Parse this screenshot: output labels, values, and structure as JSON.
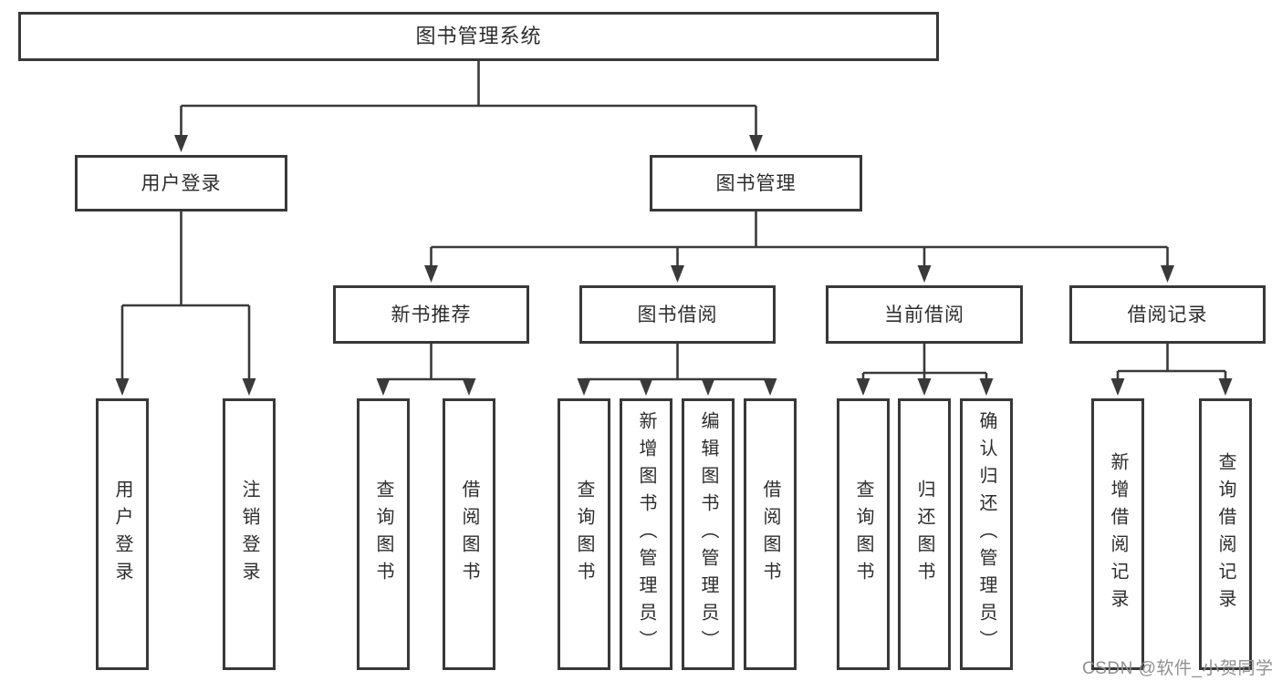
{
  "diagram": {
    "type": "hierarchy-tree",
    "root": {
      "label": "图书管理系统"
    },
    "branches": [
      {
        "label": "用户登录",
        "children": [
          {
            "label": "用户登录"
          },
          {
            "label": "注销登录"
          }
        ]
      },
      {
        "label": "图书管理",
        "children": [
          {
            "label": "新书推荐",
            "children": [
              {
                "label": "查询图书"
              },
              {
                "label": "借阅图书"
              }
            ]
          },
          {
            "label": "图书借阅",
            "children": [
              {
                "label": "查询图书"
              },
              {
                "label": "新增图书（管理员）"
              },
              {
                "label": "编辑图书（管理员）"
              },
              {
                "label": "借阅图书"
              }
            ]
          },
          {
            "label": "当前借阅",
            "children": [
              {
                "label": "查询图书"
              },
              {
                "label": "归还图书"
              },
              {
                "label": "确认归还（管理员）"
              }
            ]
          },
          {
            "label": "借阅记录",
            "children": [
              {
                "label": "新增借阅记录"
              },
              {
                "label": "查询借阅记录"
              }
            ]
          }
        ]
      }
    ],
    "colors": {
      "line": "#3a3a3a",
      "box_border": "#383838",
      "box_background": "#ffffff",
      "text": "#2d2d2d",
      "watermark": "#909090"
    }
  },
  "watermark": {
    "text": "CSDN @软件_小贺同学"
  }
}
